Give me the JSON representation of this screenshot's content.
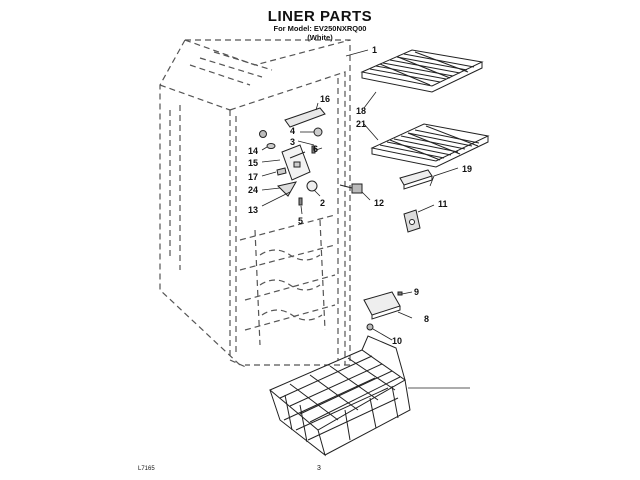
{
  "header": {
    "title": "LINER PARTS",
    "model_line": "For Model: EV250NXRQ00",
    "color_line": "(White)"
  },
  "footer": {
    "code": "L7165",
    "page_number": "3"
  },
  "callouts": {
    "c1": "1",
    "c2": "2",
    "c3": "3",
    "c4": "4",
    "c5": "5",
    "c6": "6",
    "c8": "8",
    "c9": "9",
    "c10": "10",
    "c11": "11",
    "c12": "12",
    "c13": "13",
    "c14": "14",
    "c15": "15",
    "c16": "16",
    "c17": "17",
    "c18": "18",
    "c19": "19",
    "c21": "21",
    "c24": "24"
  },
  "colors": {
    "line": "#222222",
    "dashed": "#555555"
  }
}
